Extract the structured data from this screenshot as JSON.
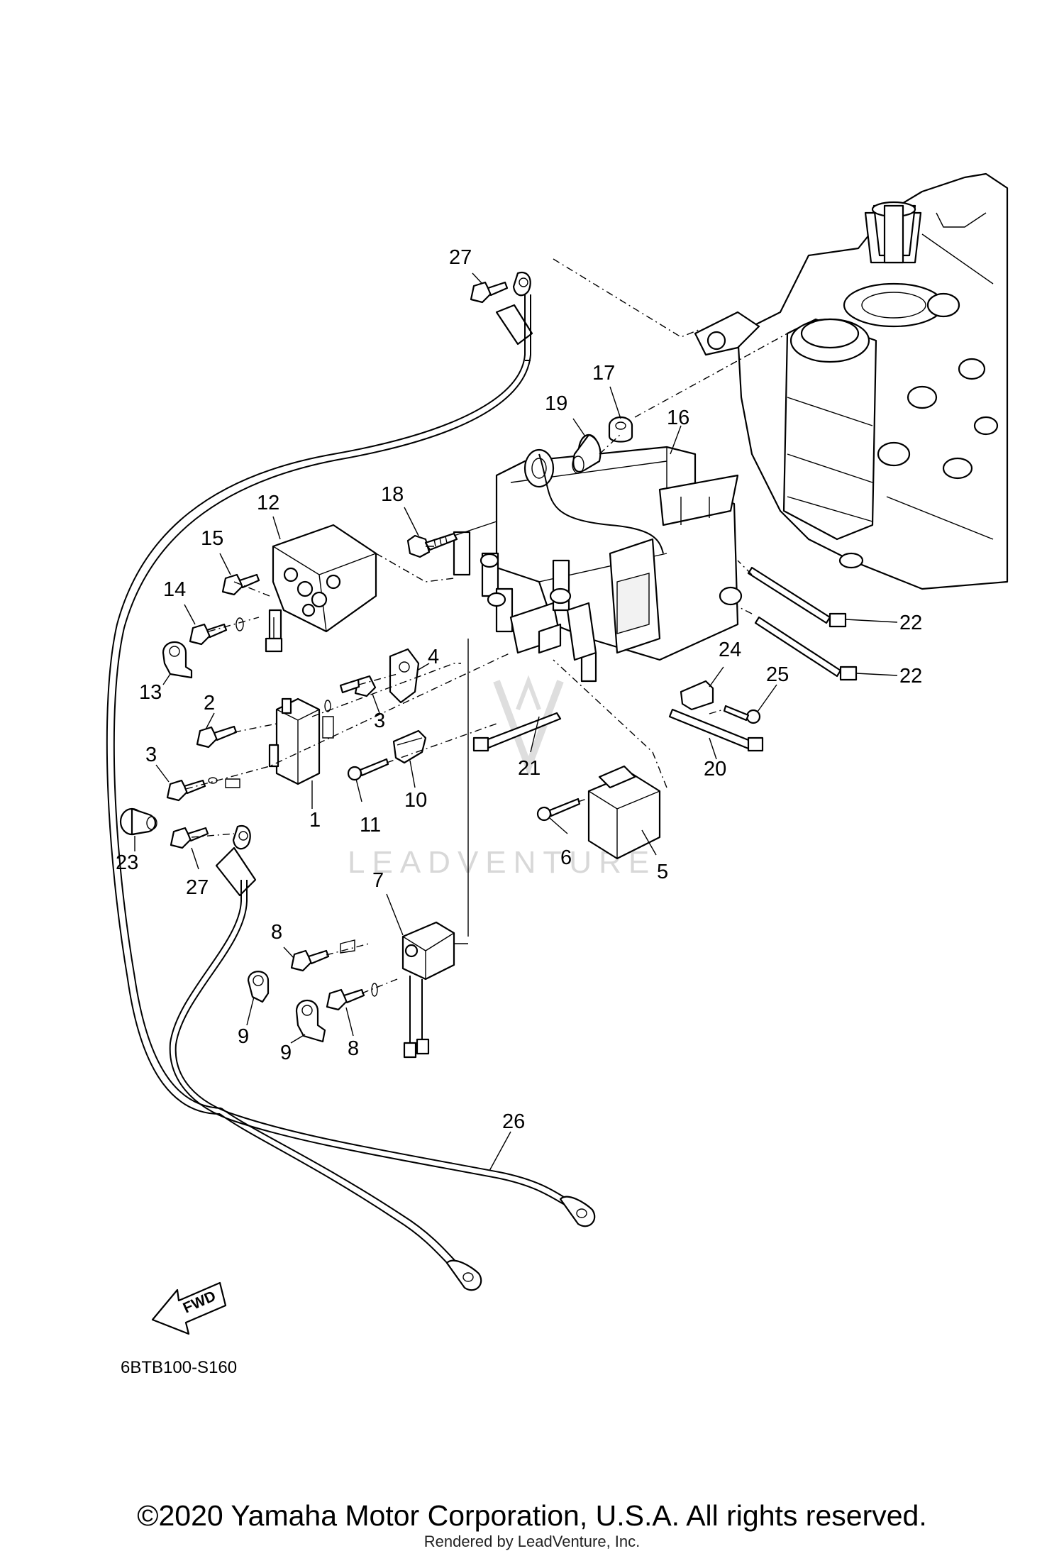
{
  "callouts": [
    {
      "id": "c27a",
      "label": "27"
    },
    {
      "id": "c17",
      "label": "17"
    },
    {
      "id": "c19",
      "label": "19"
    },
    {
      "id": "c16",
      "label": "16"
    },
    {
      "id": "c18",
      "label": "18"
    },
    {
      "id": "c12",
      "label": "12"
    },
    {
      "id": "c15",
      "label": "15"
    },
    {
      "id": "c14",
      "label": "14"
    },
    {
      "id": "c13",
      "label": "13"
    },
    {
      "id": "c22a",
      "label": "22"
    },
    {
      "id": "c22b",
      "label": "22"
    },
    {
      "id": "c4",
      "label": "4"
    },
    {
      "id": "c24",
      "label": "24"
    },
    {
      "id": "c25",
      "label": "25"
    },
    {
      "id": "c2",
      "label": "2"
    },
    {
      "id": "c3a",
      "label": "3"
    },
    {
      "id": "c3b",
      "label": "3"
    },
    {
      "id": "c21",
      "label": "21"
    },
    {
      "id": "c20",
      "label": "20"
    },
    {
      "id": "c10",
      "label": "10"
    },
    {
      "id": "c11",
      "label": "11"
    },
    {
      "id": "c1",
      "label": "1"
    },
    {
      "id": "c6",
      "label": "6"
    },
    {
      "id": "c5",
      "label": "5"
    },
    {
      "id": "c23",
      "label": "23"
    },
    {
      "id": "c27b",
      "label": "27"
    },
    {
      "id": "c7",
      "label": "7"
    },
    {
      "id": "c8a",
      "label": "8"
    },
    {
      "id": "c8b",
      "label": "8"
    },
    {
      "id": "c9a",
      "label": "9"
    },
    {
      "id": "c9b",
      "label": "9"
    },
    {
      "id": "c26",
      "label": "26"
    }
  ],
  "fwd_label": "FWD",
  "diagram_code": "6BTB100-S160",
  "watermark": "LEADVENTURE",
  "copyright": "©2020 Yamaha Motor Corporation, U.S.A. All rights reserved.",
  "rendered_by": "Rendered by LeadVenture, Inc."
}
